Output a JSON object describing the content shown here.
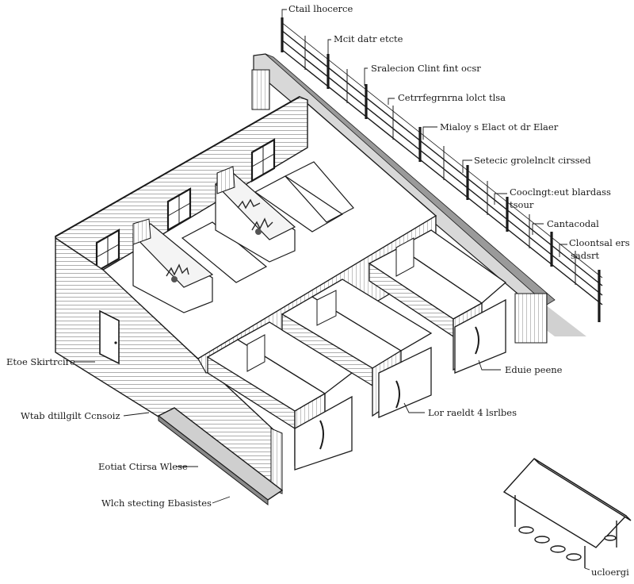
{
  "diagram": {
    "labels": {
      "top_fence": "Ctail lhocerce",
      "fence_rail": "Mcit datr etcte",
      "side_shelter": "Sralecion Clint fint ocsr",
      "gate_panel": "Cetrrfegrnrna lolct tlsa",
      "post_marker": "Mialoy s Elact ot dr Elaer",
      "grid_panel": "Setecic grolelnclt cirssed",
      "corner_block_line1": "Cooclngt:eut blardass",
      "corner_block_line2": "tsour",
      "contact": "Cantacodal",
      "side_post_line1": "Cloontsal ers",
      "side_post_line2": "sadsrt",
      "stall_side": "Eduie peene",
      "stall_row": "Lor raeldt 4 lsrlbes",
      "entry": "Etoe Skirtrcire",
      "wash_unit": "Wtab dtillgilt Ccnsoiz",
      "ramp_top": "Eotiat Ctirsa Wlese",
      "ramp_bottom": "Wlch stecting Ebasistes",
      "shelter_mini": "ucloergi"
    }
  }
}
